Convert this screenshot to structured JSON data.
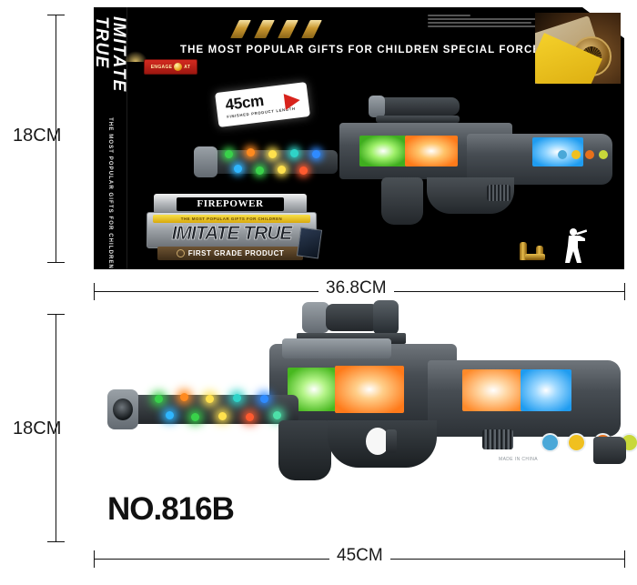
{
  "dimensions": {
    "box_height": "18CM",
    "box_width": "36.8CM",
    "product_height": "18CM",
    "product_width": "45CM"
  },
  "package": {
    "spine_title": "IMITATE TRUE",
    "spine_subtitle": "THE MOST POPULAR GIFTS FOR CHILDREN",
    "headline": "THE MOST POPULAR GIFTS FOR CHILDREN SPECIAL FORCE",
    "brand_badge": "ENGAGE AT",
    "callout": {
      "value": "45cm",
      "caption": "FINISHED PRODUCT LENGTH"
    },
    "logo": {
      "firepower": "FIREPOWER",
      "yellow_strip": "THE MOST POPULAR GIFTS FOR CHILDREN",
      "imitate_true": "IMITATE TRUE",
      "grade": "FIRST GRADE PRODUCT"
    }
  },
  "product": {
    "model_number": "NO.816B",
    "stock_text": "MADE IN CHINA"
  },
  "colors": {
    "box_background": "#000000",
    "page_background": "#ffffff",
    "rule": "#111111",
    "accent_red": "#d8231c",
    "accent_gold": "#d9a90d",
    "gun_body": "#4a5055"
  },
  "leds": {
    "top_row": [
      "#39d14a",
      "#ff8a1f",
      "#ffe14d",
      "#2fd3c8",
      "#2f8bff"
    ],
    "bottom_row": [
      "#2fb6ff",
      "#39d14a",
      "#ffe14d",
      "#ff5a2f",
      "#4de0a8"
    ]
  },
  "glow_panels": [
    {
      "name": "green-panel",
      "color": "#5ed13f"
    },
    {
      "name": "orange-panel",
      "color": "#ff7a1a"
    },
    {
      "name": "blue-panel",
      "color": "#1f9cf0"
    }
  ],
  "control_buttons": [
    {
      "name": "power-button",
      "color": "#4aa8d8"
    },
    {
      "name": "sound-button",
      "color": "#f0c020"
    },
    {
      "name": "light-button",
      "color": "#e8701a"
    },
    {
      "name": "mode-button",
      "color": "#c8d83a"
    }
  ]
}
